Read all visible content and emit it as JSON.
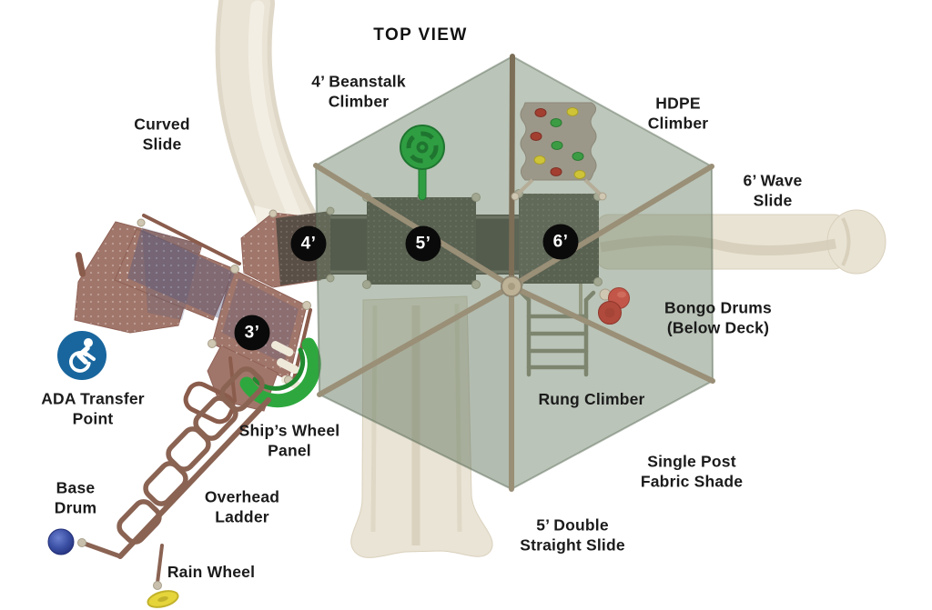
{
  "title": "TOP VIEW",
  "callouts": {
    "curved_slide": "Curved\nSlide",
    "beanstalk_climber": "4’ Beanstalk\nClimber",
    "hdpe_climber": "HDPE\nClimber",
    "wave_slide": "6’ Wave\nSlide",
    "bongo_drums": "Bongo Drums\n(Below Deck)",
    "ada_transfer_point": "ADA Transfer\nPoint",
    "ships_wheel_panel": "Ship’s Wheel\nPanel",
    "rung_climber": "Rung Climber",
    "fabric_shade": "Single Post\nFabric Shade",
    "base_drum": "Base\nDrum",
    "overhead_ladder": "Overhead\nLadder",
    "double_straight_slide": "5’ Double\nStraight Slide",
    "rain_wheel": "Rain Wheel"
  },
  "deck_markers": {
    "deck_4": "4’",
    "deck_5": "5’",
    "deck_6": "6’",
    "deck_3": "3’"
  },
  "icons": {
    "ada": "accessible-wheelchair-icon"
  },
  "colors": {
    "shade_fabric": "#8FA68B",
    "shade_pole": "#9A8F77",
    "structure_brown": "#A1766A",
    "deck_dark": "#46423B",
    "slide_cream": "#EAE4D6",
    "accent_green": "#2EA83E",
    "beanstalk_green": "#2F9E42",
    "bongo_red": "#C25648",
    "base_drum_blue": "#3A4FA3",
    "rain_wheel_yellow": "#E5D53B",
    "ada_blue": "#19669E",
    "marker_black": "#0A0A0A",
    "label_text": "#1B1B1B"
  }
}
